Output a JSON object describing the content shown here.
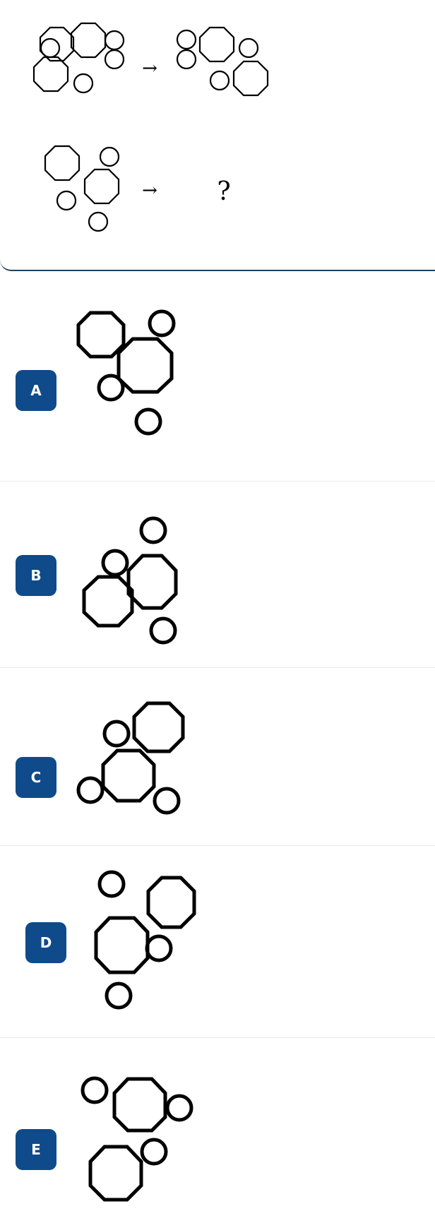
{
  "question": {
    "arrow_symbol": "→",
    "unknown_symbol": "?"
  },
  "options": [
    {
      "label": "A"
    },
    {
      "label": "B"
    },
    {
      "label": "C"
    },
    {
      "label": "D"
    },
    {
      "label": "E"
    }
  ],
  "colors": {
    "badge_background": "#0f4a8a",
    "badge_text": "#ffffff",
    "divider": "#1f3f5f",
    "figure_stroke": "#000000"
  }
}
